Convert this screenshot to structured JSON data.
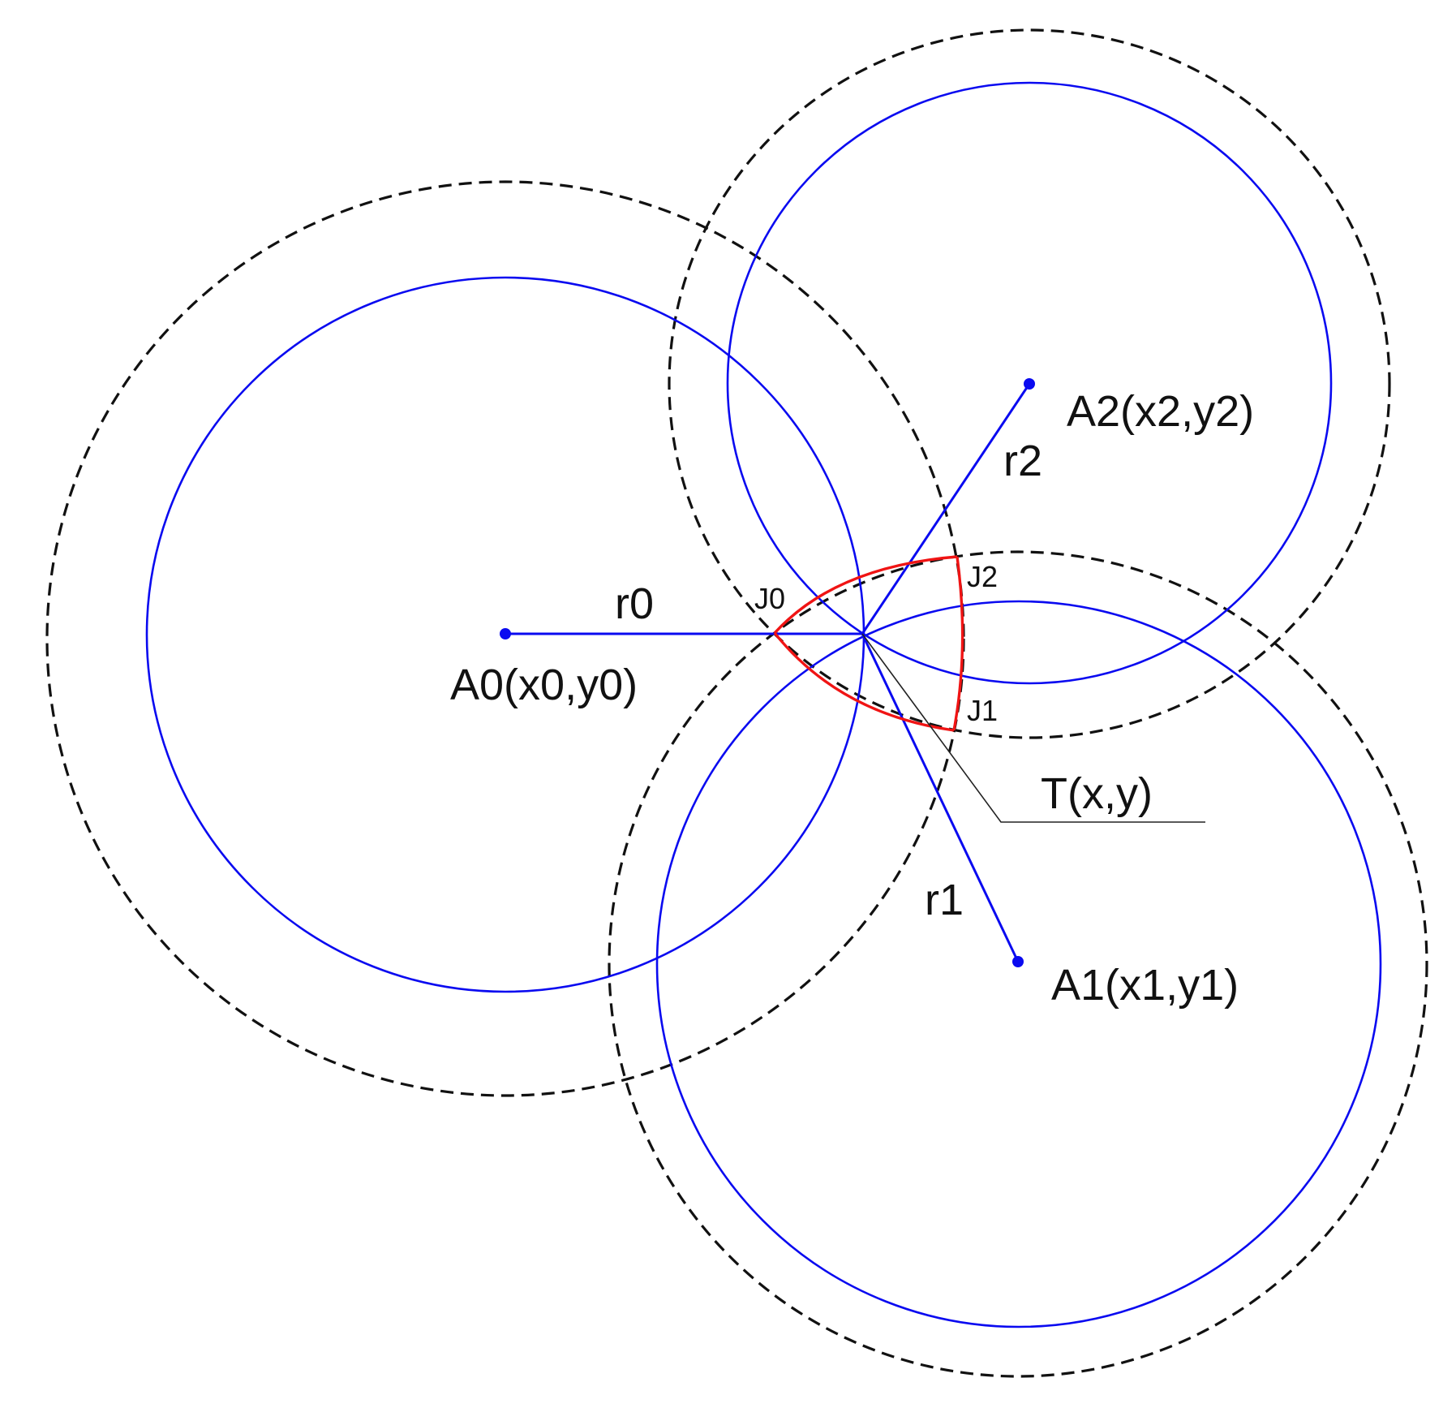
{
  "labels": {
    "a0": "A0(x0,y0)",
    "a1": "A1(x1,y1)",
    "a2": "A2(x2,y2)",
    "r0": "r0",
    "r1": "r1",
    "r2": "r2",
    "j0": "J0",
    "j1": "J1",
    "j2": "J2",
    "t": "T(x,y)"
  },
  "colors": {
    "solid_circle": "#0a0af0",
    "dashed_circle": "#111111",
    "uncertainty_region": "#f01414"
  }
}
